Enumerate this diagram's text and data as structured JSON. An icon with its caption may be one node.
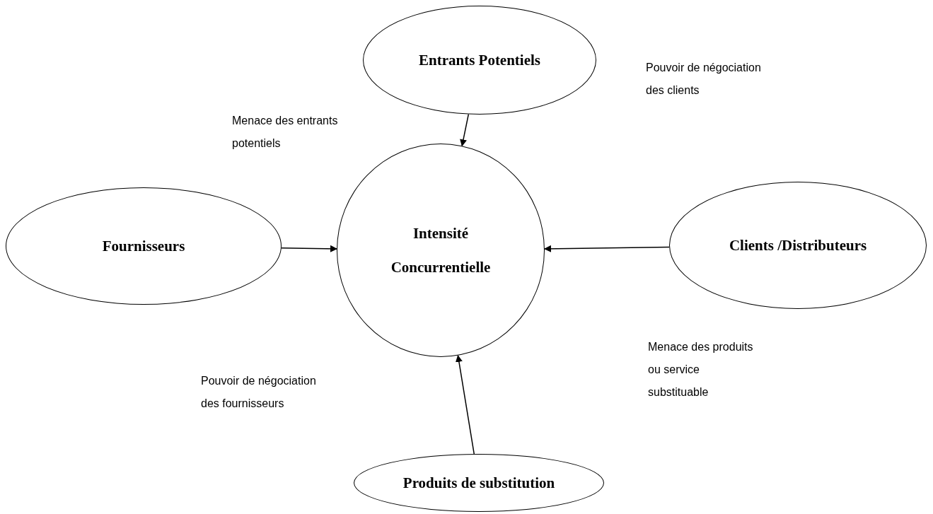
{
  "diagram": {
    "nodes": [
      {
        "text": [
          "Entrants Potentiels"
        ]
      },
      {
        "text": [
          "Intensité Concurrentielle"
        ]
      },
      {
        "text": [
          "Fournisseurs"
        ]
      },
      {
        "text": [
          "Clients /Distributeurs"
        ]
      },
      {
        "text": [
          "Produits de substitution"
        ]
      }
    ],
    "edges": [
      {
        "from": 0,
        "to": 1,
        "arrow": "to"
      },
      {
        "from": 2,
        "to": 1,
        "arrow": "to"
      },
      {
        "from": 3,
        "to": 1,
        "arrow": "to"
      },
      {
        "from": 4,
        "to": 1,
        "arrow": "to"
      }
    ],
    "labels": [
      "Pouvoir de négociation des clients",
      "Menace des entrants potentiels",
      "Pouvoir de négociation des fournisseurs",
      "Menace des produits ou service substituable"
    ]
  }
}
